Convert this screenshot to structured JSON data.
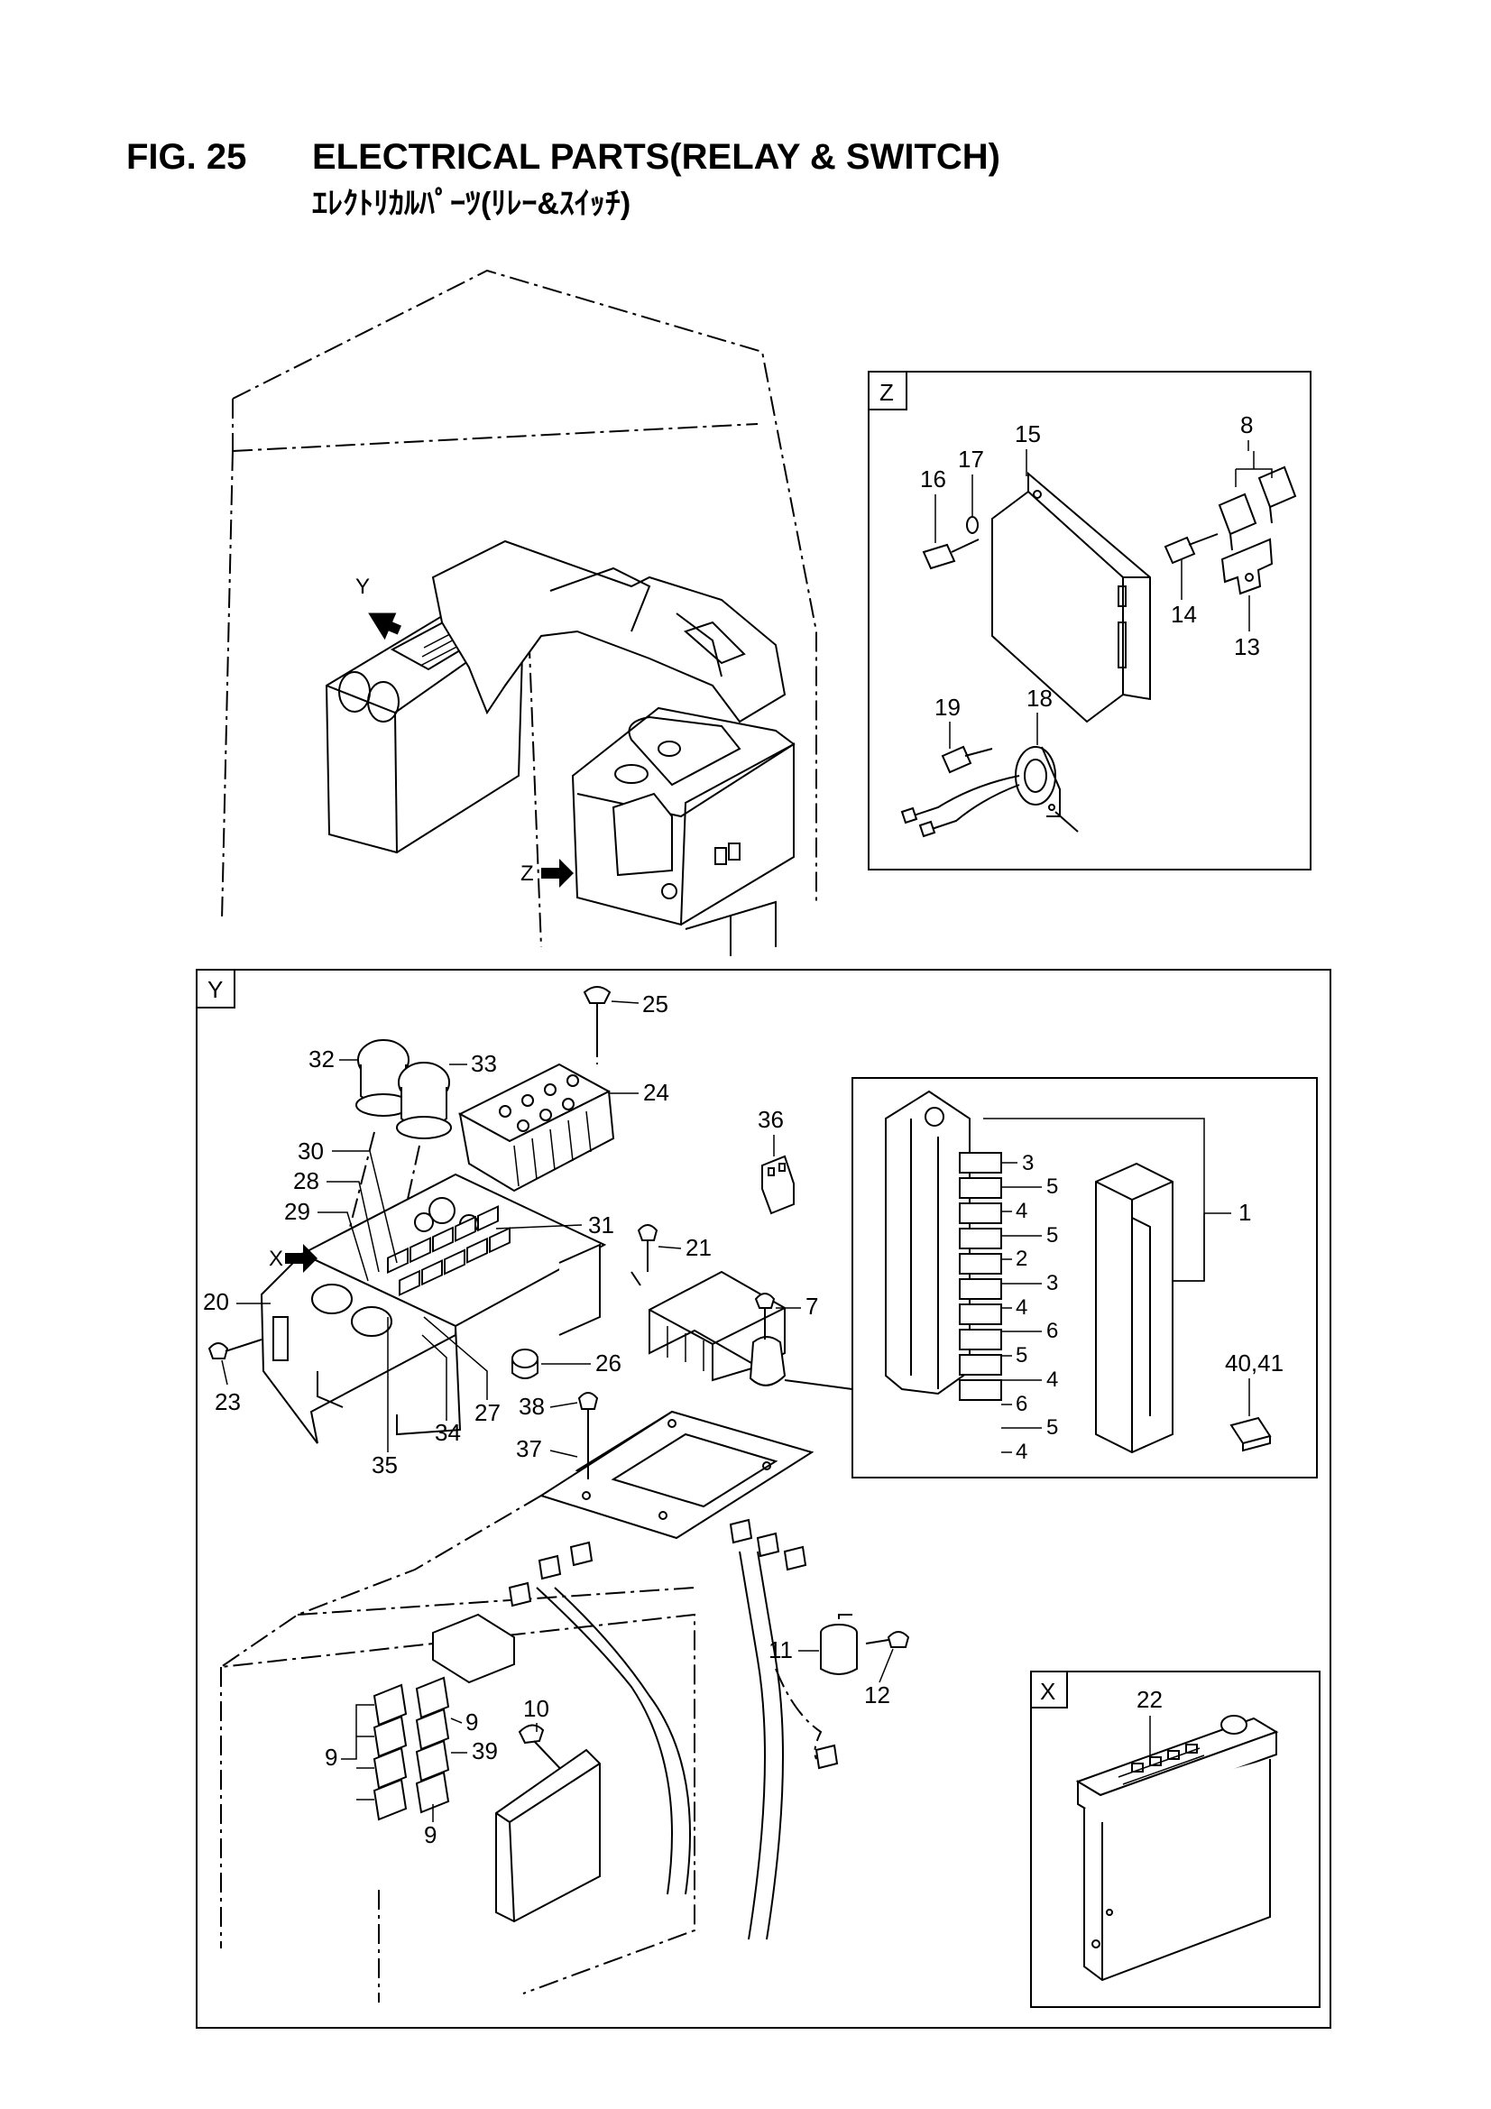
{
  "header": {
    "figure_number": "FIG. 25",
    "title": "ELECTRICAL PARTS(RELAY & SWITCH)",
    "title_jp": "ｴﾚｸﾄﾘｶﾙﾊﾟｰﾂ(ﾘﾚｰ&ｽｲｯﾁ)"
  },
  "views": {
    "z": "Z",
    "y": "Y",
    "x": "X"
  },
  "arrows": {
    "y": "Y",
    "z": "Z",
    "x": "X"
  },
  "parts": {
    "p1": "1",
    "p2": "2",
    "p3a": "3",
    "p3b": "3",
    "p4a": "4",
    "p4b": "4",
    "p4c": "4",
    "p4d": "4",
    "p5a": "5",
    "p5b": "5",
    "p5c": "5",
    "p5d": "5",
    "p6a": "6",
    "p6b": "6",
    "p7": "7",
    "p8": "8",
    "p9a": "9",
    "p9b": "9",
    "p9c": "9",
    "p10": "10",
    "p11": "11",
    "p12": "12",
    "p13": "13",
    "p14": "14",
    "p15": "15",
    "p16": "16",
    "p17": "17",
    "p18": "18",
    "p19": "19",
    "p20": "20",
    "p21": "21",
    "p22": "22",
    "p23": "23",
    "p24": "24",
    "p25": "25",
    "p26": "26",
    "p27": "27",
    "p28": "28",
    "p29": "29",
    "p30": "30",
    "p31": "31",
    "p32": "32",
    "p33": "33",
    "p34": "34",
    "p35": "35",
    "p36": "36",
    "p37": "37",
    "p38": "38",
    "p39": "39",
    "p40_41": "40,41"
  }
}
